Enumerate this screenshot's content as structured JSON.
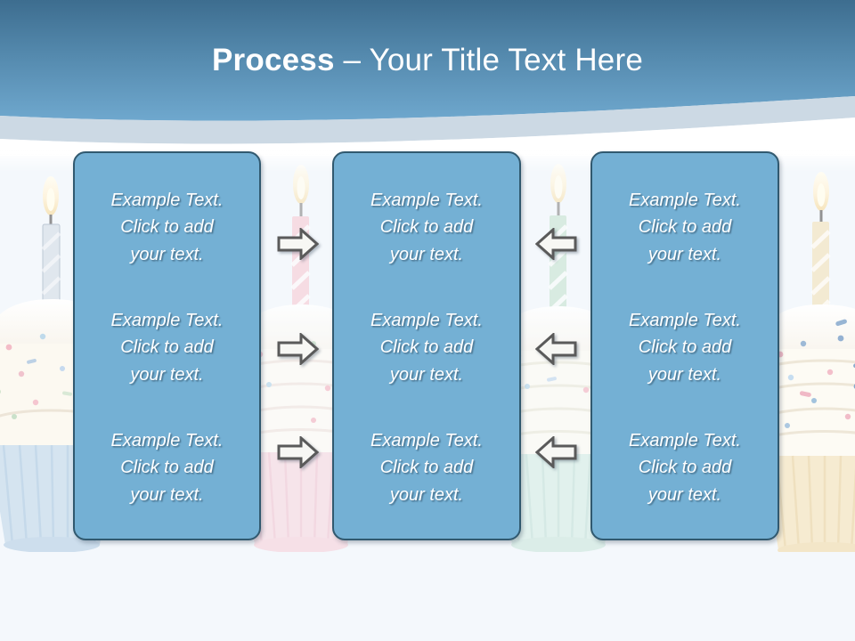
{
  "slide": {
    "title_bold": "Process",
    "title_rest": " – Your Title Text Here",
    "background_color": "#f4f8fc",
    "header_gradient_top": "#3d6d8f",
    "header_gradient_bottom": "#6ba4cb",
    "wave_band_color": "#ccd9e4",
    "wave_white_color": "#ffffff"
  },
  "boxes": [
    {
      "id": "box-1",
      "fill": "#74b0d4",
      "border": "#31596f",
      "items": [
        "Example Text.\nClick  to add\nyour text.",
        "Example Text.\nClick  to add\nyour text.",
        "Example Text.\nClick  to add\nyour text."
      ]
    },
    {
      "id": "box-2",
      "fill": "#74b0d4",
      "border": "#31596f",
      "items": [
        "Example Text.\nClick  to add\nyour text.",
        "Example Text.\nClick  to add\nyour text.",
        "Example Text.\nClick  to add\nyour text."
      ]
    },
    {
      "id": "box-3",
      "fill": "#74b0d4",
      "border": "#31596f",
      "items": [
        "Example Text.\nClick  to add\nyour text.",
        "Example Text.\nClick  to add\nyour text.",
        "Example Text.\nClick  to add\nyour text."
      ]
    }
  ],
  "arrows": {
    "fill": "#f7f7f4",
    "stroke": "#5a5a5a",
    "group_1": {
      "direction": "right",
      "count": 3
    },
    "group_2": {
      "direction": "left",
      "count": 3
    }
  },
  "cupcakes": [
    {
      "name": "cupcake-blue",
      "candle": "#c8d4e0",
      "liner": "#cfe0ee",
      "frosting": "#fdfbf4"
    },
    {
      "name": "cupcake-pink",
      "candle": "#f3bcc8",
      "liner": "#f6dbe2",
      "frosting": "#fdf8f2"
    },
    {
      "name": "cupcake-green",
      "candle": "#c3ded0",
      "liner": "#d9ece6",
      "frosting": "#fbfaf4"
    },
    {
      "name": "cupcake-cream",
      "candle": "#f0e6cf",
      "liner": "#f3e7cd",
      "frosting": "#fdfbf4"
    }
  ]
}
